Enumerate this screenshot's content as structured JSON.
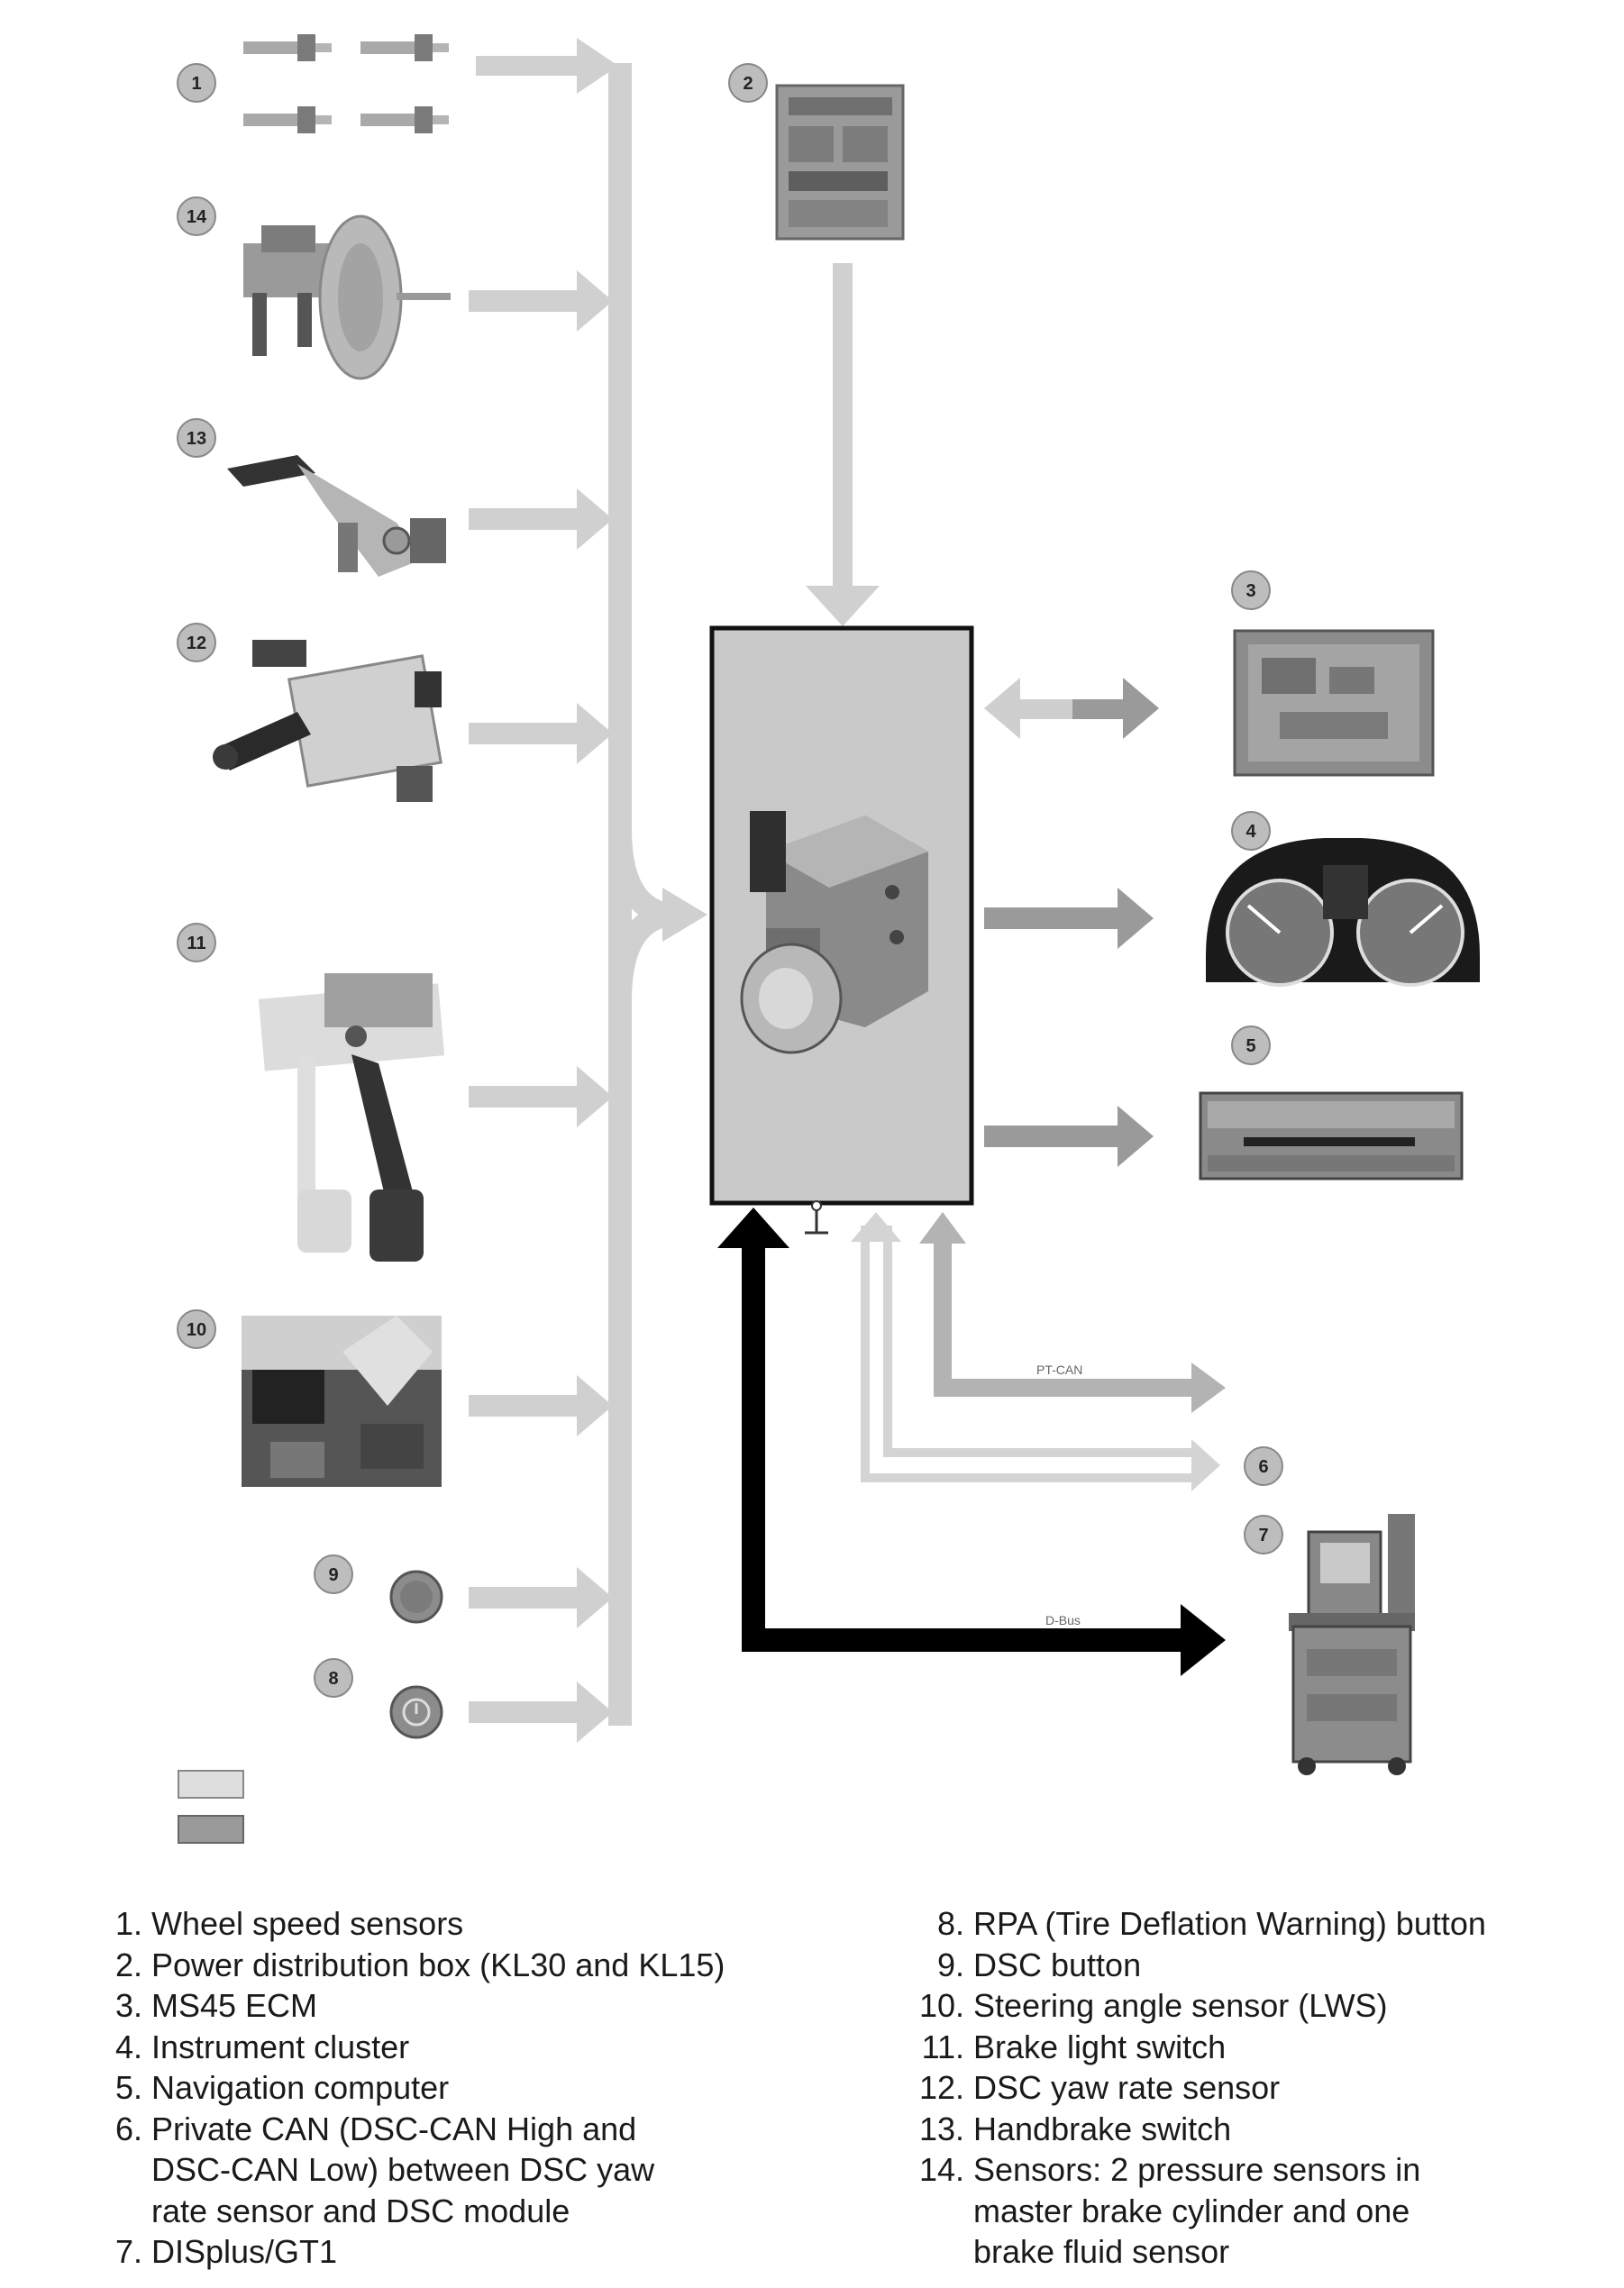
{
  "diagram": {
    "badges": {
      "b1": "1",
      "b2": "2",
      "b3": "3",
      "b4": "4",
      "b5": "5",
      "b6": "6",
      "b7": "7",
      "b8": "8",
      "b9": "9",
      "b10": "10",
      "b11": "11",
      "b12": "12",
      "b13": "13",
      "b14": "14"
    },
    "bus_labels": {
      "pt_can": "PT-CAN",
      "d_bus": "D-Bus"
    },
    "colors": {
      "input_arrow": "#d0d0d0",
      "output_arrow": "#9a9a9a",
      "pt_can": "#b3b3b3",
      "private_can": "#d4d4d4",
      "d_bus": "#000000",
      "module_fill": "#c9c9c9",
      "legend_light": "#dedede",
      "legend_dark": "#9a9a9a"
    }
  },
  "legend": {
    "left": [
      {
        "num": "1.",
        "text": "Wheel speed sensors"
      },
      {
        "num": "2.",
        "text": "Power distribution box  (KL30 and KL15)"
      },
      {
        "num": "3.",
        "text": "MS45 ECM"
      },
      {
        "num": "4.",
        "text": "Instrument cluster"
      },
      {
        "num": "5.",
        "text": "Navigation computer"
      },
      {
        "num": "6.",
        "text": "Private CAN (DSC-CAN High and DSC-CAN Low) between DSC yaw rate sensor and DSC module"
      },
      {
        "num": "7.",
        "text": "DISplus/GT1"
      }
    ],
    "right": [
      {
        "num": "8.",
        "text": "RPA (Tire Deflation Warning) button"
      },
      {
        "num": "9.",
        "text": "DSC button"
      },
      {
        "num": "10.",
        "text": "Steering angle sensor (LWS)"
      },
      {
        "num": "11.",
        "text": "Brake light switch"
      },
      {
        "num": "12.",
        "text": "DSC yaw rate sensor"
      },
      {
        "num": "13.",
        "text": "Handbrake switch"
      },
      {
        "num": "14.",
        "text": "Sensors: 2 pressure sensors in master brake cylinder and one brake fluid sensor"
      }
    ]
  }
}
